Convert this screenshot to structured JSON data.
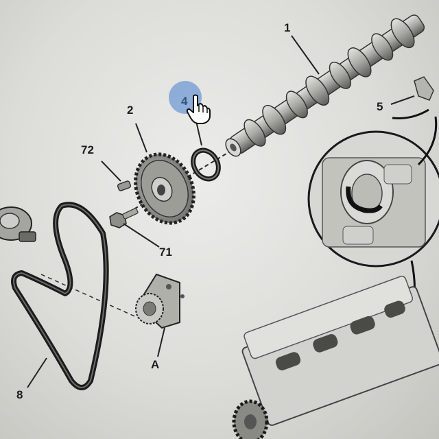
{
  "diagram": {
    "callouts": {
      "camshaft": "1",
      "sprocket": "2",
      "seal": "4",
      "key": "5",
      "pin": "72",
      "bolt": "71",
      "pump": "A",
      "belt": "8"
    },
    "cursor_icon": "hand-pointer-icon",
    "colors": {
      "background": "#e6e6e3",
      "part_fill": "#bdbdb8",
      "part_dark": "#3a3a3a",
      "hover_highlight": "#4a7dcd"
    }
  }
}
